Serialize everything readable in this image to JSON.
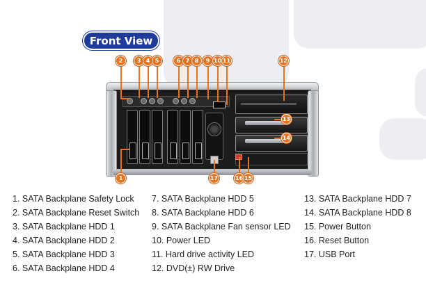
{
  "header": {
    "title": "Front View"
  },
  "markers": [
    "1",
    "2",
    "3",
    "4",
    "5",
    "6",
    "7",
    "8",
    "9",
    "10",
    "11",
    "12",
    "13",
    "14",
    "15",
    "16",
    "17"
  ],
  "legend": {
    "col1": [
      "1. SATA Backplane Safety Lock",
      "2. SATA Backplane Reset Switch",
      "3. SATA Backplane HDD 1",
      "4. SATA Backplane HDD 2",
      "5. SATA Backplane HDD 3",
      "6. SATA Backplane HDD 4"
    ],
    "col2": [
      "7. SATA Backplane HDD 5",
      "8. SATA Backplane HDD 6",
      "9. SATA Backplane Fan sensor LED",
      "10. Power LED",
      "11. Hard drive activity LED",
      "12. DVD(±) RW Drive"
    ],
    "col3": [
      "13. SATA Backplane HDD 7",
      "14. SATA Backplane HDD 8",
      "15. Power Button",
      "16. Reset Button",
      "17. USB Port"
    ]
  },
  "colors": {
    "pill": "#1e3b9c",
    "marker": "#e8731e",
    "chassis": "#1c1c1c",
    "tile": "#eceef1"
  }
}
